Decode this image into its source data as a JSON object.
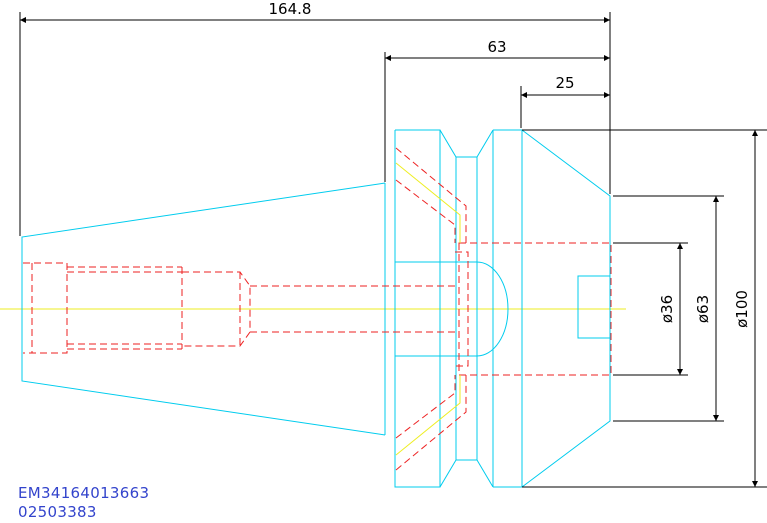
{
  "colors": {
    "outline": "#00ccee",
    "hidden": "#ee2222",
    "centerline": "#eeee22",
    "dimension": "#000000",
    "codes": "#3344cc"
  },
  "dimensions": {
    "overall_length": "164.8",
    "flange_length": "63",
    "nose_length": "25",
    "bore_diameter": "ø36",
    "mid_diameter": "ø63",
    "outer_diameter": "ø100"
  },
  "codes": {
    "line1": "EM34164013663",
    "line2": "02503383"
  }
}
